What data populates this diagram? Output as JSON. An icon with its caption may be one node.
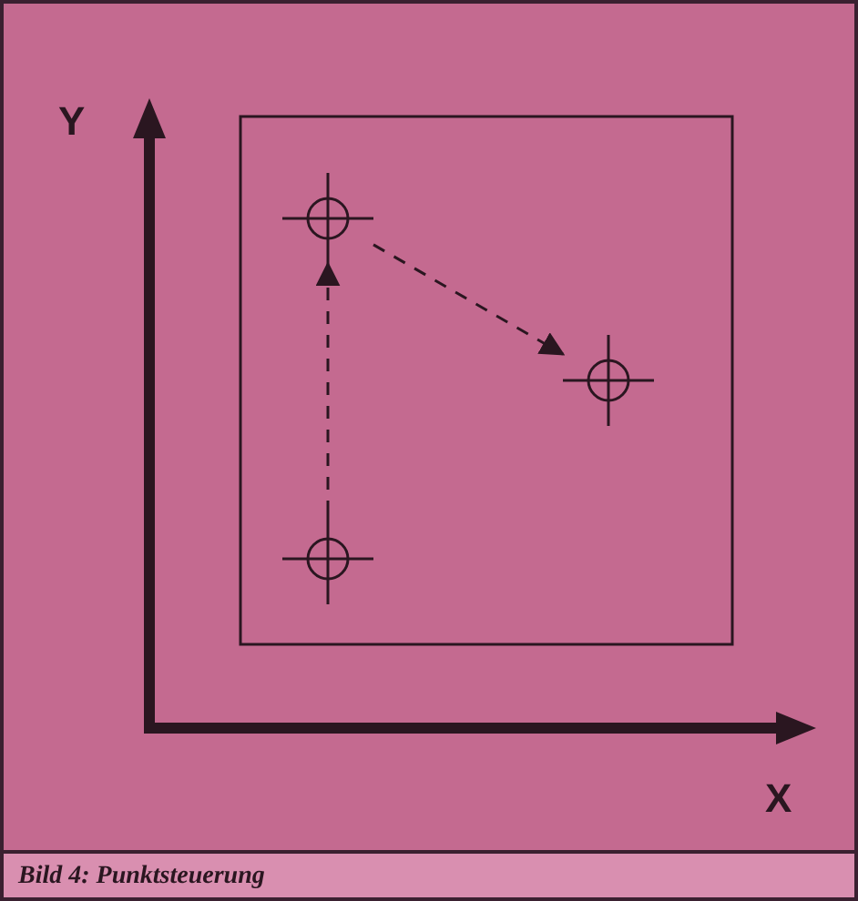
{
  "diagram": {
    "caption": "Bild 4: Punktsteuerung",
    "nodes": [
      {
        "text": [],
        "shape": "circle"
      },
      {
        "text": [],
        "shape": "circle"
      },
      {
        "text": [],
        "shape": "circle"
      }
    ],
    "edges": [
      {
        "from": 1,
        "to": 0,
        "arrow": "to",
        "style": "dashed"
      },
      {
        "from": 0,
        "to": 2,
        "arrow": "to",
        "style": "dashed"
      }
    ],
    "labels": [
      "Y",
      "X"
    ]
  }
}
